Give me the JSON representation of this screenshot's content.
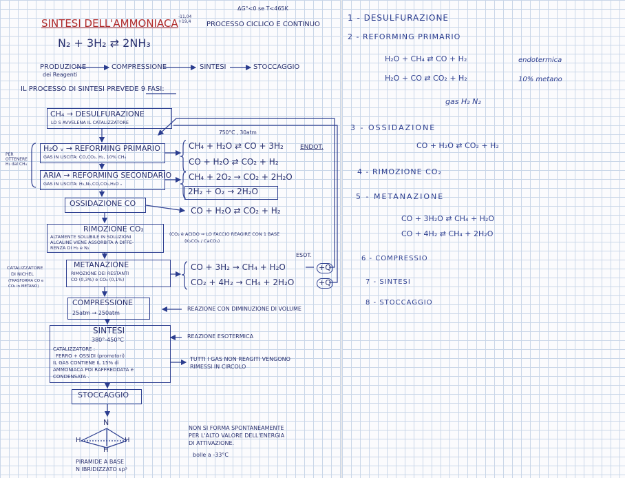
{
  "left_page": {
    "title": "SINTESI DELL'AMMONIACA",
    "title_note": "-11,04 +19,4",
    "header_note": "ΔG°<0 se T<465K",
    "process_type": "PROCESSO CICLICO E CONTINUO",
    "equation": "N₂ + 3H₂ ⇄ 2NH₃",
    "flow": {
      "step1": "PRODUZIONE",
      "step1_sub": "dei Reagenti",
      "step2": "COMPRESSIONE",
      "step3": "SINTESI",
      "step4": "STOCCAGGIO"
    },
    "phases_intro": "IL PROCESSO DI SINTESI PREVEDE 9 FASI:",
    "desulf": {
      "title": "CH₄ → DESULFURAZIONE",
      "note": "LO S AVVELENA IL CATALIZZATORE"
    },
    "reform1": {
      "title": "H₂O ᵥ → REFORMING PRIMARIO",
      "note": "GAS IN USCITA: CO,CO₂, H₂, 10% CH₄",
      "conditions": "750°C , 30atm",
      "eq1": "CH₄ + H₂O ⇄ CO + 3H₂",
      "eq1_tag": "ENDOT.",
      "eq2": "CO + H₂O ⇄ CO₂ + H₂"
    },
    "side_note_left": "PER OTTENERE H₂ dal CH₄",
    "reform2": {
      "title": "ARIA → REFORMING SECONDARIO",
      "note": "GAS IN USCITA: H₂,N₂,CO,CO₂,H₂O ᵥ",
      "eq1": "CH₄ + 2O₂ → CO₂ + 2H₂O",
      "eq2": "2H₂ + O₂ → 2H₂O"
    },
    "oxid": {
      "title": "OSSIDAZIONE CO",
      "eq": "CO + H₂O ⇄ CO₂ + H₂"
    },
    "co2rem": {
      "title": "RIMOZIONE CO₂",
      "note1": "ALTAMENTE SOLUBILE IN SOLUZIONI",
      "note2": "ALCALINE VIENE ASSORBITA A DIFFE-",
      "note3": "RENZA DI H₂ e N₂",
      "side1": "(CO₂ è ACIDO ⇒ LO FACCIO REAGIRE CON 1 BASE",
      "side2": "(K₂CO₃ / CaCO₃)"
    },
    "meth": {
      "title": "METANAZIONE",
      "note1": "RIMOZIONE DEI RESTANTI",
      "note2": "CO (0,3%) e CO₂ (0,1%)",
      "catalyst1": "CATALIZZATORE",
      "catalyst2": "DI NICHEL",
      "catalyst3": "(TRASFORMA CO e",
      "catalyst4": "CO₂ in METANO)",
      "tag": "ESOT.",
      "eq1": "CO + 3H₂ → CH₄ + H₂O",
      "eq2": "CO₂ + 4H₂ → CH₄ + 2H₂O",
      "q": "+Q"
    },
    "compr": {
      "title": "COMPRESSIONE",
      "sub": "25atm → 250atm",
      "side": "REAZIONE CON DIMINUZIONE DI VOLUME"
    },
    "synth": {
      "title": "SINTESI",
      "temp": "380°-450°C",
      "cat1": "CATALIZZATORE :",
      "cat2": "FERRO + OSSIDI (promotori)",
      "cat3": "IL GAS CONTIENE IL 15% di",
      "cat4": "AMMONIACA POI RAFFREDDATA e",
      "cat5": "CONDENSATA .",
      "side1": "REAZIONE ESOTERMICA",
      "side2a": "TUTTI I GAS NON REAGITI VENGONO",
      "side2b": "RIMESSI IN CIRCOLO"
    },
    "storage": {
      "title": "STOCCAGGIO"
    },
    "molecule": {
      "n": "N",
      "h": "H",
      "caption1": "PIRAMIDE A BASE",
      "caption2": "N IBRIDIZZATO sp³"
    },
    "bottom_note1": "NON SI FORMA SPONTANEAMENTE",
    "bottom_note2": "PER L'ALTO VALORE DELL'ENERGIA",
    "bottom_note3": "DI ATTIVAZIONE.",
    "bottom_note4": "bolle a -33°C"
  },
  "right_page": {
    "l1": "1 - DESULFURAZIONE",
    "l2": "2 - REFORMING PRIMARIO",
    "l2a": "H₂O + CH₄ ⇄ CO + H₂",
    "l2a_note": "endotermica",
    "l2b": "H₂O + CO ⇄ CO₂ + H₂",
    "l2b_note": "10% metano",
    "l2c": "gas  H₂  N₂",
    "l3": "3 - OSSIDAZIONE",
    "l3a": "CO + H₂O ⇄ CO₂ + H₂",
    "l4": "4 - RIMOZIONE CO₂",
    "l5": "5 - METANAZIONE",
    "l5a": "CO + 3H₂O ⇄ CH₄ + H₂O",
    "l5b": "CO + 4H₂ ⇄ CH₄ + 2H₂O",
    "l6": "6 - COMPRESSIO",
    "l7": "7 - SINTESI",
    "l8": "8 - STOCCAGGIO"
  },
  "colors": {
    "ink": "#28306f",
    "title_red": "#b02a2a",
    "grid": "#c9d6e8",
    "paper": "#fbfbfd"
  }
}
